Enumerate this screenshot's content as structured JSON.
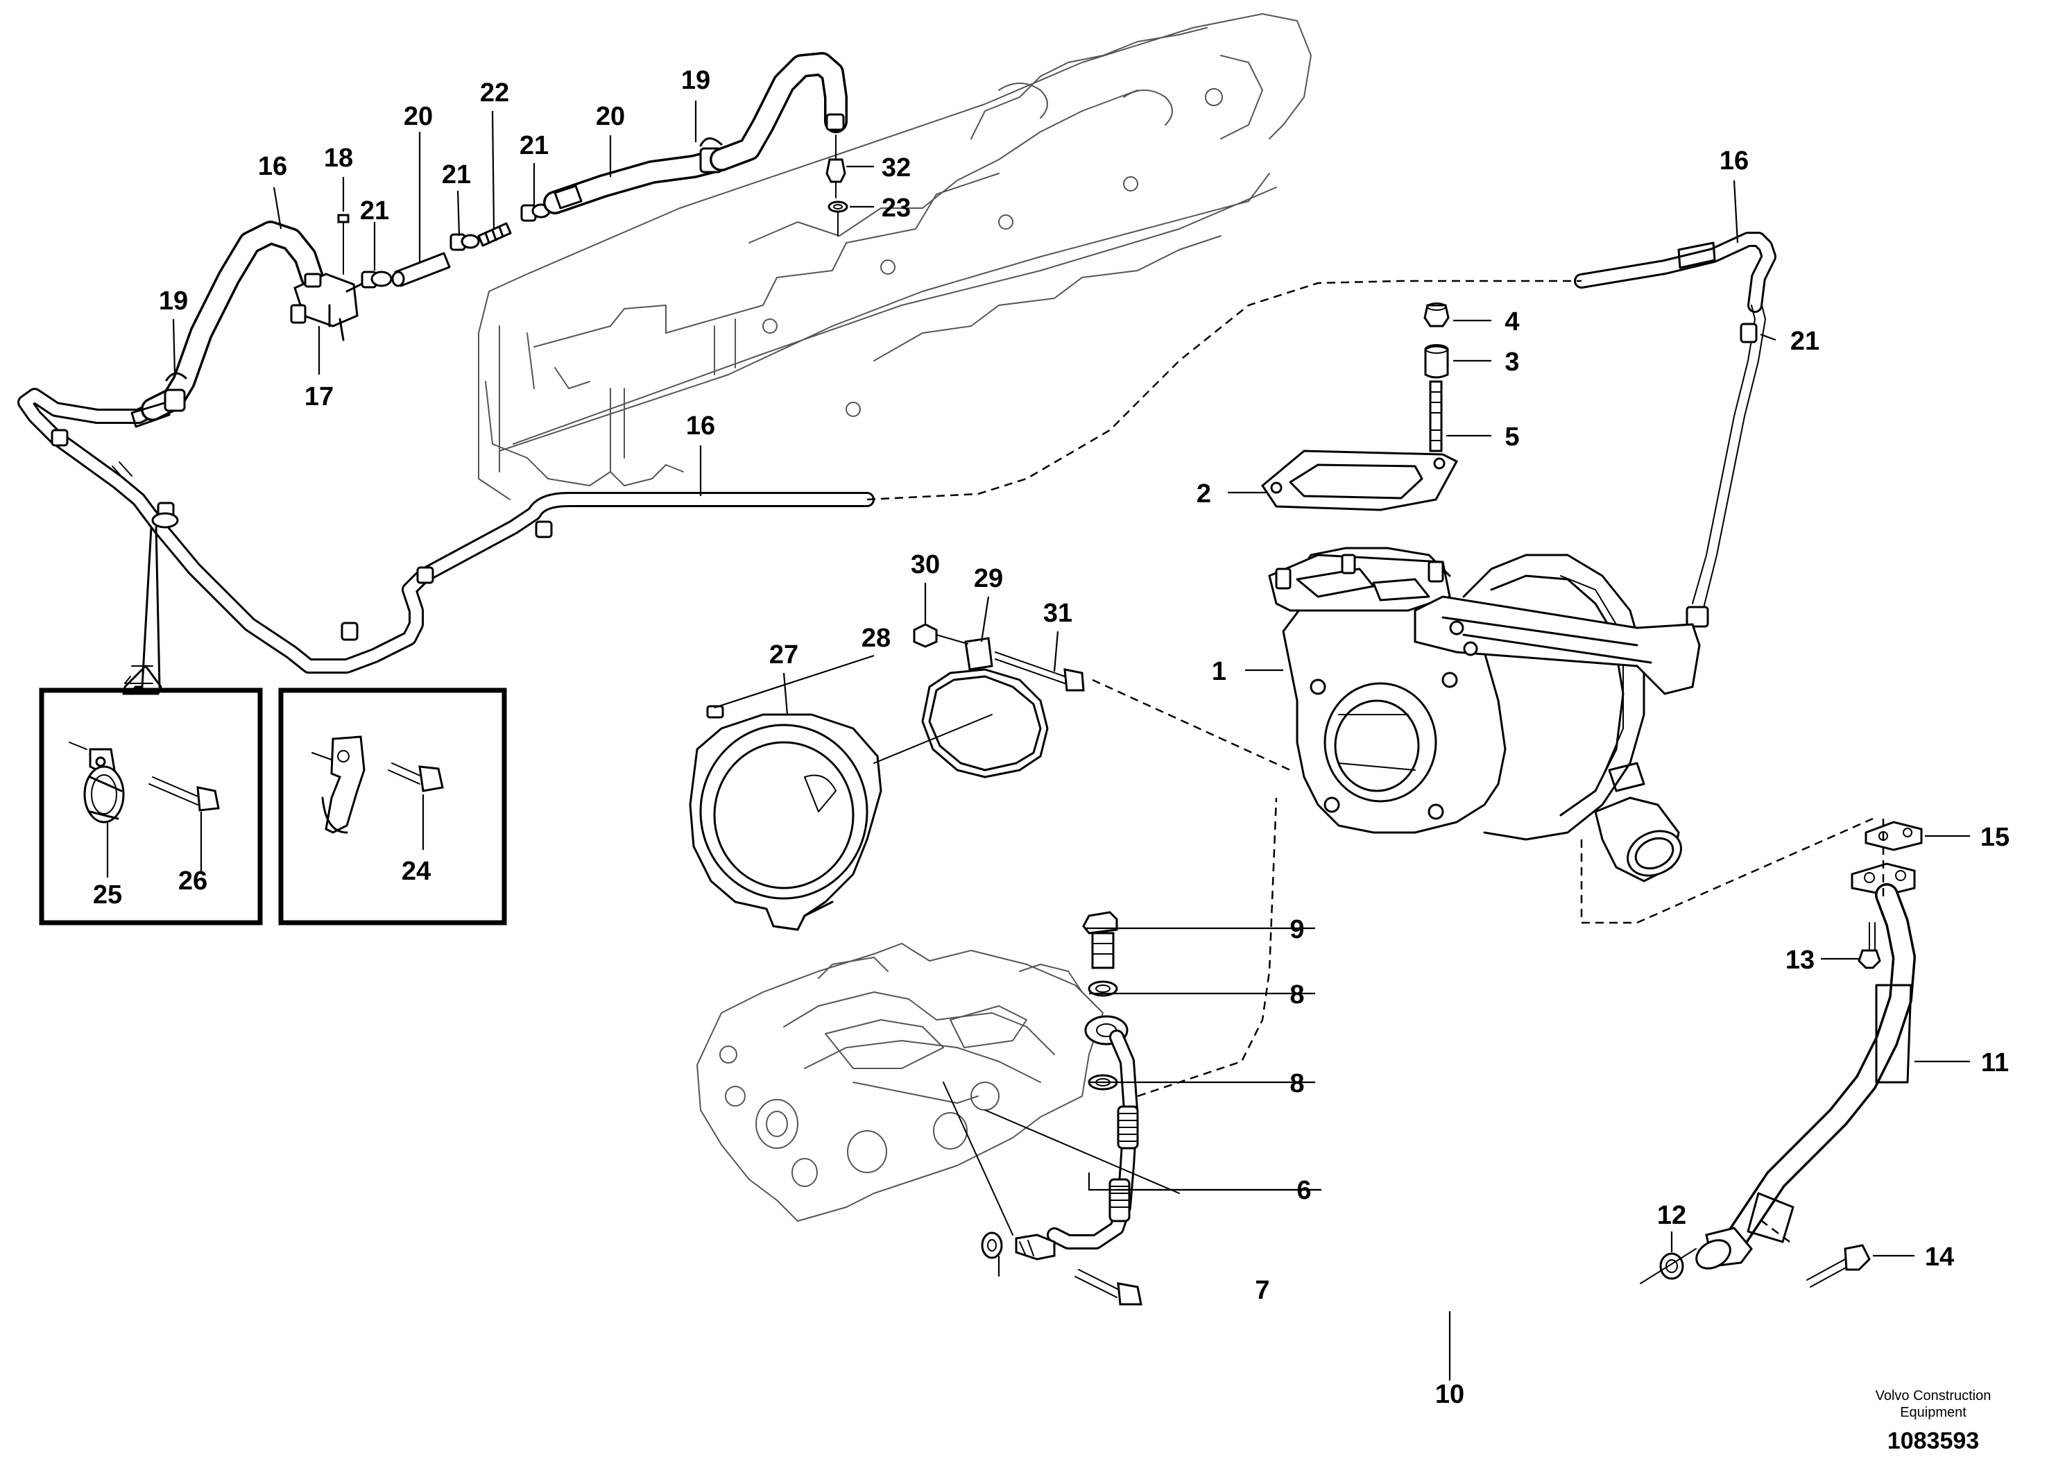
{
  "diagram": {
    "part_callouts": [
      {
        "id": "c1",
        "text": "1"
      },
      {
        "id": "c2",
        "text": "2"
      },
      {
        "id": "c3",
        "text": "3"
      },
      {
        "id": "c4",
        "text": "4"
      },
      {
        "id": "c5",
        "text": "5"
      },
      {
        "id": "c6",
        "text": "6"
      },
      {
        "id": "c7",
        "text": "7"
      },
      {
        "id": "c8a",
        "text": "8"
      },
      {
        "id": "c8b",
        "text": "8"
      },
      {
        "id": "c9",
        "text": "9"
      },
      {
        "id": "c10",
        "text": "10"
      },
      {
        "id": "c11",
        "text": "11"
      },
      {
        "id": "c12",
        "text": "12"
      },
      {
        "id": "c13",
        "text": "13"
      },
      {
        "id": "c14",
        "text": "14"
      },
      {
        "id": "c15",
        "text": "15"
      },
      {
        "id": "c16a",
        "text": "16"
      },
      {
        "id": "c16b",
        "text": "16"
      },
      {
        "id": "c16c",
        "text": "16"
      },
      {
        "id": "c17",
        "text": "17"
      },
      {
        "id": "c18",
        "text": "18"
      },
      {
        "id": "c19a",
        "text": "19"
      },
      {
        "id": "c19b",
        "text": "19"
      },
      {
        "id": "c20a",
        "text": "20"
      },
      {
        "id": "c20b",
        "text": "20"
      },
      {
        "id": "c21a",
        "text": "21"
      },
      {
        "id": "c21b",
        "text": "21"
      },
      {
        "id": "c21c",
        "text": "21"
      },
      {
        "id": "c21d",
        "text": "21"
      },
      {
        "id": "c22",
        "text": "22"
      },
      {
        "id": "c23",
        "text": "23"
      },
      {
        "id": "c24",
        "text": "24"
      },
      {
        "id": "c25",
        "text": "25"
      },
      {
        "id": "c26",
        "text": "26"
      },
      {
        "id": "c27",
        "text": "27"
      },
      {
        "id": "c28",
        "text": "28"
      },
      {
        "id": "c29",
        "text": "29"
      },
      {
        "id": "c30",
        "text": "30"
      },
      {
        "id": "c31",
        "text": "31"
      },
      {
        "id": "c32",
        "text": "32"
      }
    ]
  },
  "footer": {
    "brand_line1": "Volvo Construction",
    "brand_line2": "Equipment",
    "document_number": "1083593"
  }
}
